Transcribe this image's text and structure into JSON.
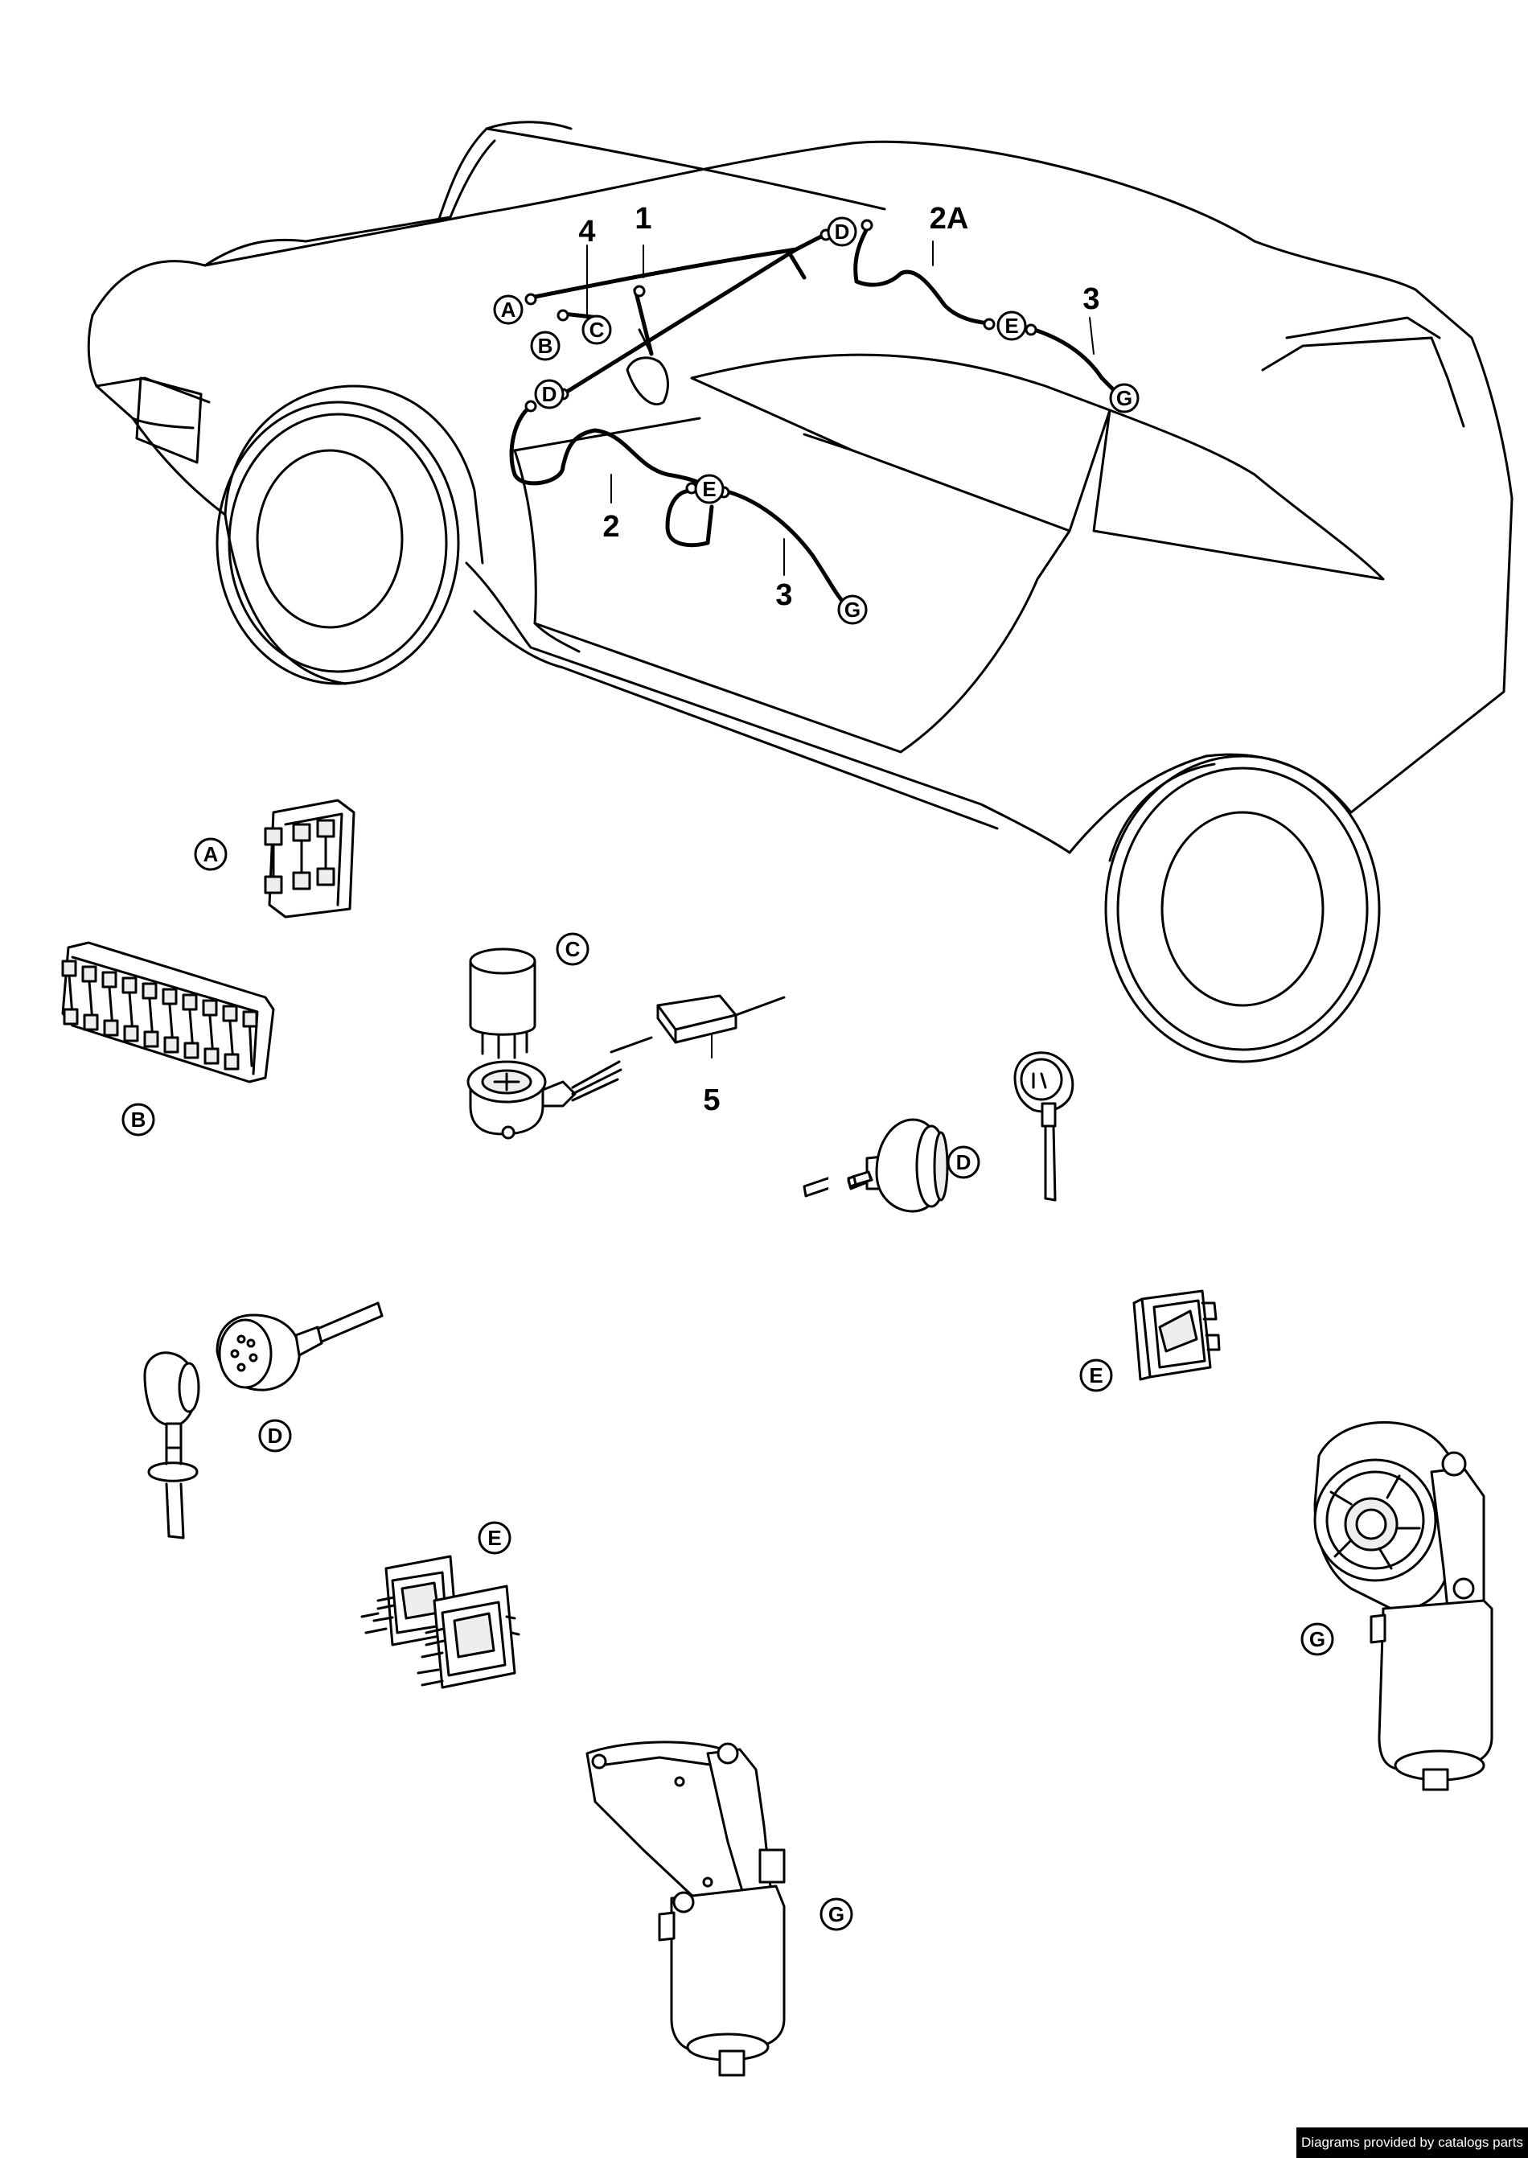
{
  "callouts": {
    "num_1": "1",
    "num_2": "2",
    "num_2a": "2A",
    "num_3": "3",
    "num_4": "4",
    "num_5": "5",
    "A": "A",
    "B": "B",
    "C": "C",
    "D": "D",
    "E": "E",
    "G": "G"
  },
  "credit": "Diagrams provided by catalogs parts"
}
